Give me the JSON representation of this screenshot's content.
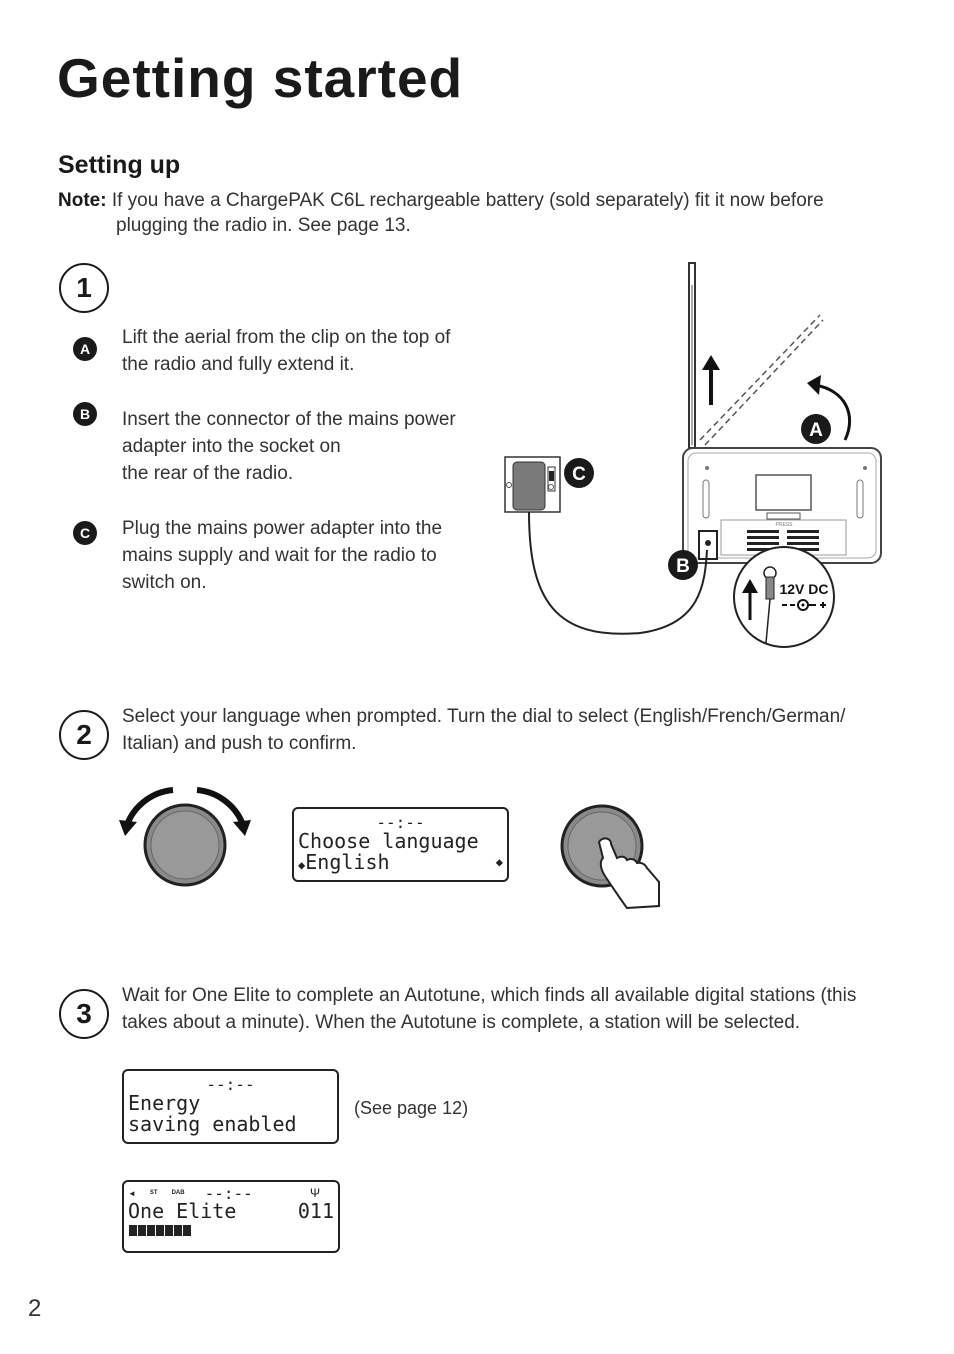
{
  "page": {
    "title": "Getting started",
    "section_title": "Setting up",
    "page_number": "2"
  },
  "note": {
    "label": "Note:",
    "text_line1": "If you have a ChargePAK C6L rechargeable battery (sold separately) fit it now before",
    "text_line2": "plugging the radio in. See page 13."
  },
  "step1": {
    "number": "1",
    "items": [
      {
        "badge": "A",
        "lines": [
          "Lift the aerial from the clip on the top of",
          "the radio and fully extend it."
        ]
      },
      {
        "badge": "B",
        "lines": [
          "Insert the connector of the mains power",
          "adapter into the socket on",
          "the rear of the radio."
        ]
      },
      {
        "badge": "C",
        "lines": [
          "Plug the mains power adapter into the",
          "mains supply and wait for the radio to",
          "switch on."
        ]
      }
    ],
    "figure": {
      "label_a": "A",
      "label_b": "B",
      "label_c": "C",
      "dc_label": "12V DC",
      "press_label": "PRESS"
    }
  },
  "step2": {
    "number": "2",
    "lines": [
      "Select your language when prompted. Turn the dial to select (English/French/German/",
      "Italian) and push to confirm."
    ],
    "lcd": {
      "time": "--:--",
      "line1": "Choose language",
      "line2": "English"
    }
  },
  "step3": {
    "number": "3",
    "lines": [
      "Wait for One Elite to complete an Autotune, which finds all available digital stations (this",
      "takes about a minute). When the Autotune is complete, a station will be selected."
    ],
    "lcd1": {
      "time": "--:--",
      "line1": "Energy",
      "line2": "saving enabled"
    },
    "see_page": "(See page 12)",
    "lcd2": {
      "indicator_st": "ST",
      "indicator_dab": "DAB",
      "time": "--:--",
      "station": "One Elite",
      "number": "011"
    }
  }
}
